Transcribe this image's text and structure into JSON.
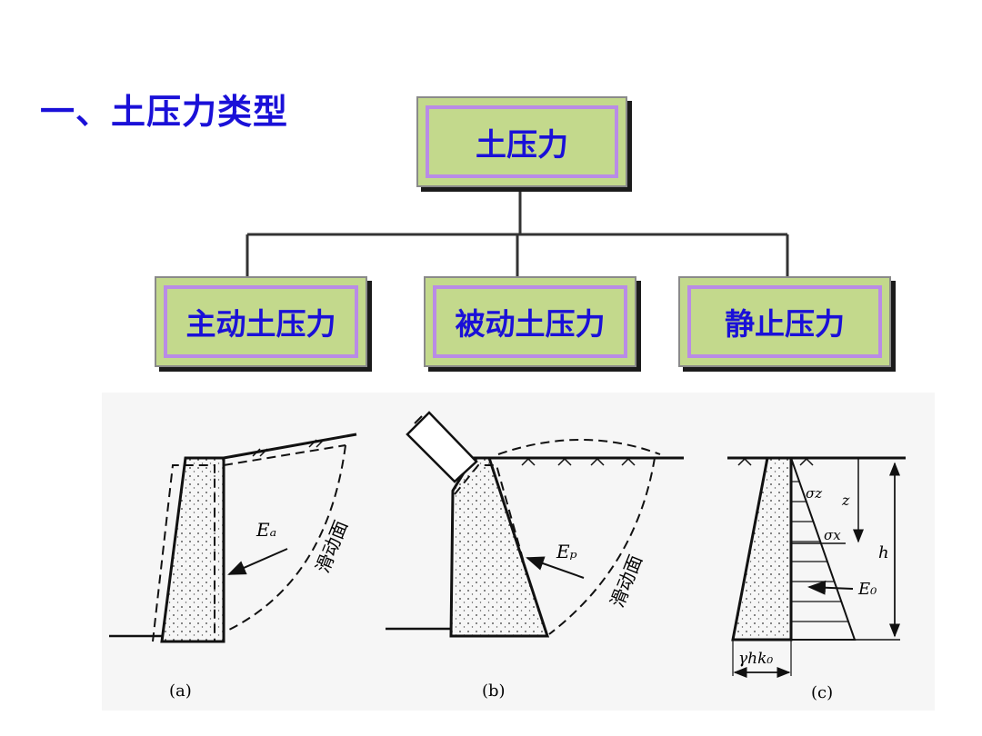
{
  "heading": "一、土压力类型",
  "tree": {
    "root": "土压力",
    "children": [
      "主动土压力",
      "被动土压力",
      "静止压力"
    ]
  },
  "figures": {
    "a": {
      "caption": "(a)",
      "force_label": "Eₐ",
      "surface_label": "滑动面"
    },
    "b": {
      "caption": "(b)",
      "force_label": "Eₚ",
      "surface_label": "滑动面"
    },
    "c": {
      "caption": "(c)",
      "force_label": "E₀",
      "stress_top": "σz",
      "stress_side": "σx",
      "depth": "z",
      "height": "h",
      "base_stress": "γhk₀"
    }
  },
  "colors": {
    "heading": "#1a10d8",
    "node_fill": "#c3d98c",
    "node_border": "#b98be6",
    "shadow": "#1b1b1b"
  }
}
